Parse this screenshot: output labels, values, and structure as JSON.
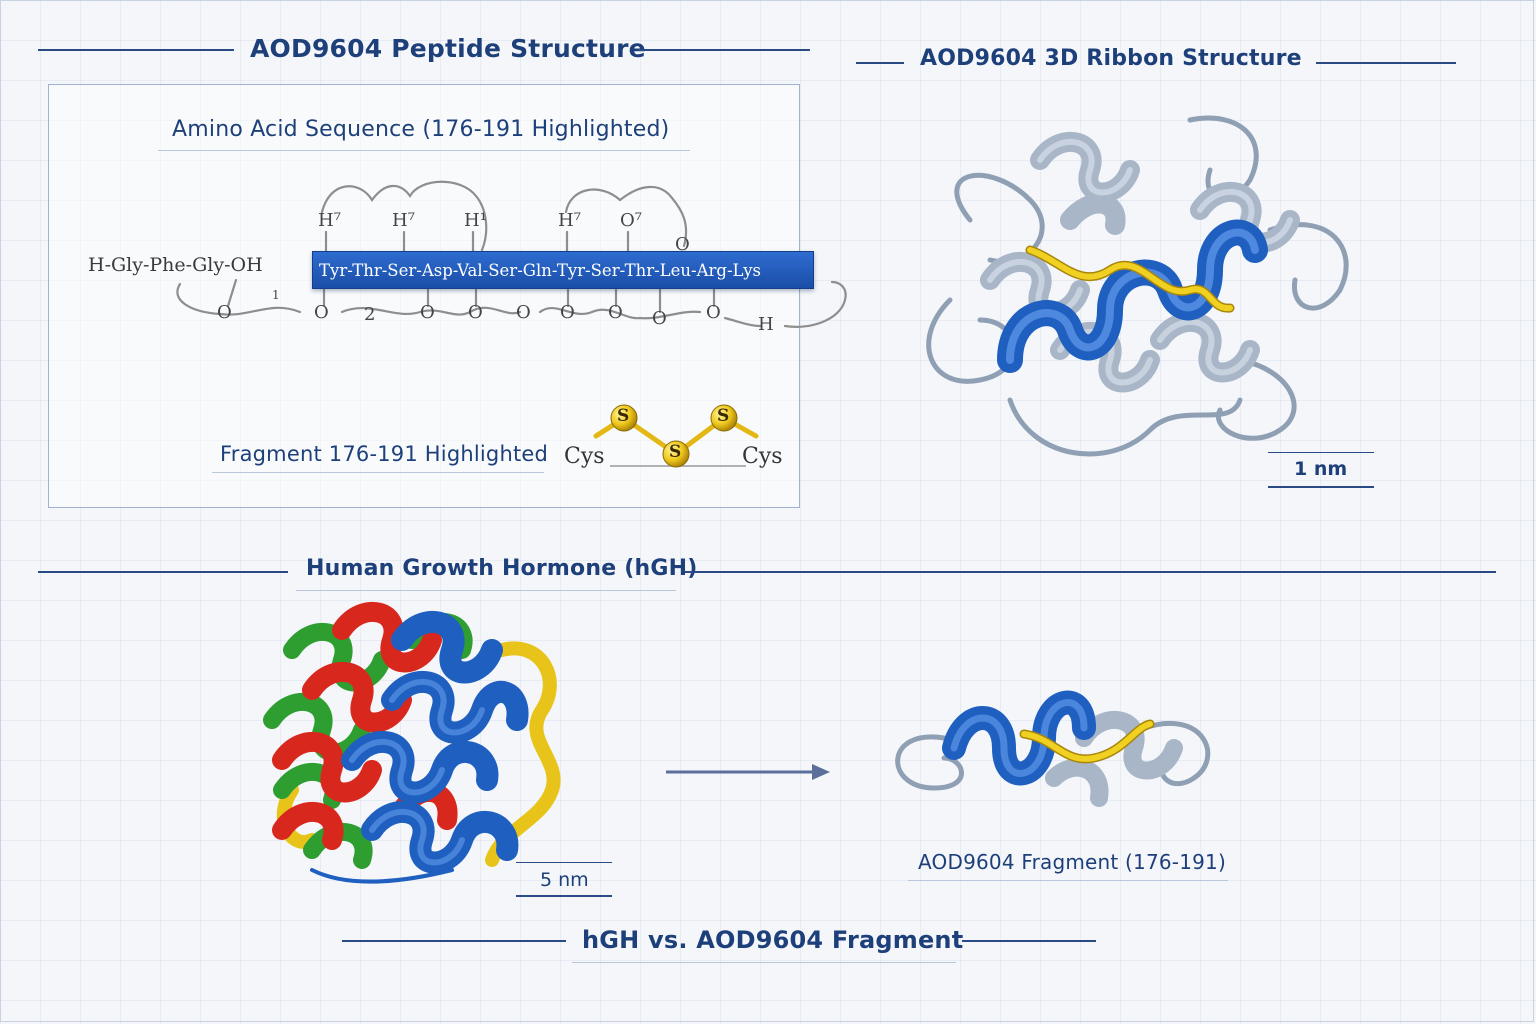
{
  "colors": {
    "navy": "#1d3f7a",
    "helix_blue": "#2a6fcf",
    "coil_gray": "#a8b6c8",
    "disulfide_yellow": "#f0c91c",
    "hgh_red": "#d8281e",
    "hgh_green": "#2e9e30",
    "hgh_yellow": "#e8c41a"
  },
  "left_panel": {
    "title": "AOD9604 Peptide Structure",
    "subtitle": "Amino Acid Sequence (176-191 Highlighted)",
    "n_terminal": "H-Gly-Phe-Gly-OH",
    "highlighted_sequence": "Tyr-Thr-Ser-Asp-Val-Ser-Gln-Tyr-Ser-Thr-Leu-Arg-Lys",
    "fragment_label": "Fragment 176-191 Highlighted",
    "bond_labels": [
      "H⁷",
      "H⁷",
      "H¹",
      "H⁷",
      "O⁷",
      "O"
    ],
    "chain_labels": [
      "O",
      "1",
      "O",
      "2",
      "O",
      "O",
      "O",
      "O",
      "O",
      "O",
      "O",
      "H"
    ],
    "disulfide": {
      "cys_left": "Cys",
      "cys_right": "Cys",
      "sulfur_atoms": [
        "S",
        "S",
        "S"
      ]
    }
  },
  "right_panel": {
    "title": "AOD9604 3D Ribbon Structure",
    "scale": "1 nm"
  },
  "bottom_section": {
    "title": "Human Growth Hormone (hGH)",
    "hgh_scale": "5 nm",
    "fragment_caption": "AOD9604 Fragment (176-191)",
    "comparison_title": "hGH vs. AOD9604 Fragment"
  }
}
